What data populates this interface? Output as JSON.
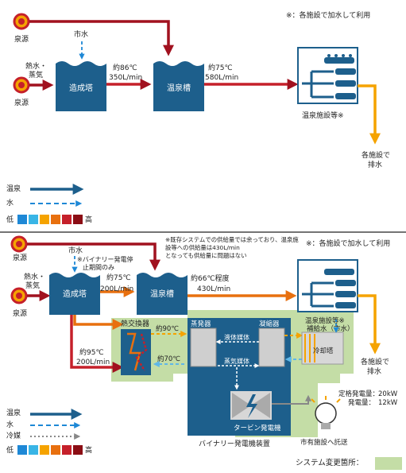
{
  "colors": {
    "dark_red": "#a1111f",
    "orange": "#e8700f",
    "amber": "#f5a300",
    "tank_blue": "#1d5f8c",
    "water_blue": "#1e88d6",
    "green_area": "#c4dda6",
    "light_blue": "#5fb7e8",
    "gray": "#9a9a9a"
  },
  "top": {
    "note": "※：各施設で加水して利用",
    "source1": "泉源",
    "source2": "泉源",
    "tap_water": "市水",
    "steam_line1": "熱水・",
    "steam_line2": "蒸気",
    "tank1": "造成塔",
    "tank2": "温泉槽",
    "flow1_temp": "約86℃",
    "flow1_rate": "350L/min",
    "flow2_temp": "約75℃",
    "flow2_rate": "580L/min",
    "facility": "温泉施設等※",
    "drain_line1": "各施設で",
    "drain_line2": "排水"
  },
  "legend_top": {
    "onsen": "温泉",
    "water": "水",
    "low": "低",
    "high": "高",
    "scale": [
      "#1e88d6",
      "#39b5e6",
      "#f5a300",
      "#e8700f",
      "#c5202a",
      "#8b0d14"
    ]
  },
  "bottom": {
    "source1": "泉源",
    "source2": "泉源",
    "tap_water": "市水",
    "binary_note_line1": "※バイナリー発電停",
    "binary_note_line2": "止期間のみ",
    "supply_note_line1": "※既存システムでの供給量では余っており、温泉施設等への供給量は430L/min",
    "supply_note_line2": "となっても供給量に問題はない",
    "note": "※：各施設で加水して利用",
    "steam_line1": "熱水・",
    "steam_line2": "蒸気",
    "tank1": "造成塔",
    "tank2": "温泉槽",
    "flow1_temp": "約75℃",
    "flow1_rate": "200L/min",
    "flow2_temp": "約66℃程度",
    "flow2_rate": "430L/min",
    "heat_exchanger": "熱交換器",
    "hx_out_temp": "約90℃",
    "hx_return_temp": "約70℃",
    "flow3_temp": "約95℃",
    "flow3_rate": "200L/min",
    "evaporator": "蒸発器",
    "condenser": "凝縮器",
    "liquid_medium": "液体媒体",
    "vapor_medium": "蒸気媒体",
    "cooling_tower": "冷却塔",
    "makeup_water": "温泉施設等※",
    "makeup_water2": "補給水（市水）",
    "turbine": "タービン発電機",
    "binary_unit": "バイナリー発電機装置",
    "rated_output_label": "定格発電量：",
    "rated_output_value": "20kW",
    "output_label": "発電量：",
    "output_value": "12kW",
    "facility": "温泉施設等※",
    "drain_line1": "各施設で",
    "drain_line2": "排水",
    "city_supply": "市有施設へ託送",
    "system_change": "システム変更箇所："
  },
  "legend_bottom": {
    "onsen": "温泉",
    "water": "水",
    "coolant": "冷媒",
    "low": "低",
    "high": "高",
    "scale": [
      "#1e88d6",
      "#39b5e6",
      "#f5a300",
      "#e8700f",
      "#c5202a",
      "#8b0d14"
    ]
  }
}
